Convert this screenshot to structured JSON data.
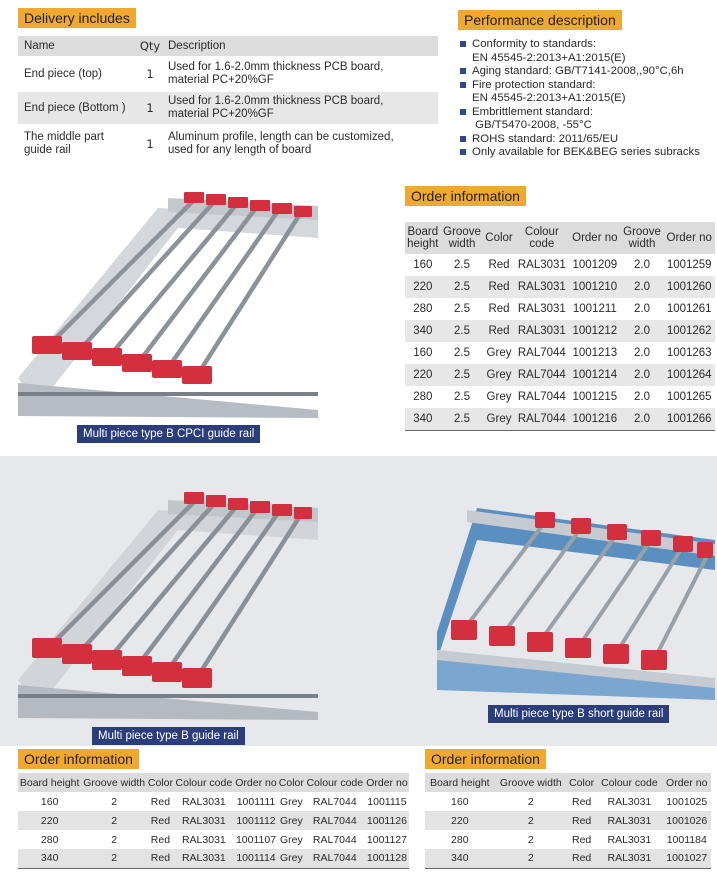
{
  "delivery": {
    "title": "Delivery includes",
    "headers": {
      "name": "Name",
      "qty": "Qty",
      "description": "Description"
    },
    "rows": [
      {
        "name": "End piece (top)",
        "qty": "1",
        "desc1": "Used for 1.6-2.0mm thickness PCB board,",
        "desc2": "material PC+20%GF"
      },
      {
        "name": "End piece (Bottom )",
        "qty": "1",
        "desc1": "Used for 1.6-2.0mm thickness PCB board,",
        "desc2": "material PC+20%GF"
      },
      {
        "name1": "The middle part",
        "name2": "guide rail",
        "qty": "1",
        "desc1": "Aluminum profile,  length can be customized,",
        "desc2": " used for any length of board"
      }
    ]
  },
  "performance": {
    "title": "Performance description",
    "items": [
      {
        "l1": "Conformity to standards:",
        "l2": "EN 45545-2:2013+A1:2015(E)"
      },
      {
        "l1": "Aging standard: GB/T7141-2008,,90°C,6h"
      },
      {
        "l1": "Fire protection standard:",
        "l2": "EN 45545-2:2013+A1:2015(E)"
      },
      {
        "l1": "Embrittlement standard:",
        "l2": " GB/T5470-2008, -55°C"
      },
      {
        "l1": "ROHS standard: 2011/65/EU"
      },
      {
        "l1": "Only available for BEK&BEG series subracks"
      }
    ]
  },
  "order1": {
    "title": "Order information",
    "headers": [
      {
        "a": "Board",
        "b": "height"
      },
      {
        "a": "Groove",
        "b": "width"
      },
      {
        "a": "Color",
        "b": ""
      },
      {
        "a": "Colour",
        "b": "code"
      },
      {
        "a": "Order no",
        "b": ""
      },
      {
        "a": "Groove",
        "b": "width"
      },
      {
        "a": "Order no",
        "b": ""
      }
    ],
    "rows": [
      [
        "160",
        "2.5",
        "Red",
        "RAL3031",
        "1001209",
        "2.0",
        "1001259"
      ],
      [
        "220",
        "2.5",
        "Red",
        "RAL3031",
        "1001210",
        "2.0",
        "1001260"
      ],
      [
        "280",
        "2.5",
        "Red",
        "RAL3031",
        "1001211",
        "2.0",
        "1001261"
      ],
      [
        "340",
        "2.5",
        "Red",
        "RAL3031",
        "1001212",
        "2.0",
        "1001262"
      ],
      [
        "160",
        "2.5",
        "Grey",
        "RAL7044",
        "1001213",
        "2.0",
        "1001263"
      ],
      [
        "220",
        "2.5",
        "Grey",
        "RAL7044",
        "1001214",
        "2.0",
        "1001264"
      ],
      [
        "280",
        "2.5",
        "Grey",
        "RAL7044",
        "1001215",
        "2.0",
        "1001265"
      ],
      [
        "340",
        "2.5",
        "Grey",
        "RAL7044",
        "1001216",
        "2.0",
        "1001266"
      ]
    ]
  },
  "captions": {
    "cpci": "Multi piece type B CPCI guide rail",
    "guide": "Multi piece type B guide rail",
    "short": "Multi piece type B short guide rail"
  },
  "order2": {
    "title": "Order information",
    "headers": [
      "Board height",
      "Groove width",
      "Color",
      "Colour code",
      "Order no",
      "Color",
      "Colour code",
      "Order no"
    ],
    "rows": [
      [
        "160",
        "2",
        "Red",
        "RAL3031",
        "1001111",
        "Grey",
        "RAL7044",
        "1001115"
      ],
      [
        "220",
        "2",
        "Red",
        "RAL3031",
        "1001112",
        "Grey",
        "RAL7044",
        "1001126"
      ],
      [
        "280",
        "2",
        "Red",
        "RAL3031",
        "1001107",
        "Grey",
        "RAL7044",
        "1001127"
      ],
      [
        "340",
        "2",
        "Red",
        "RAL3031",
        "1001114",
        "Grey",
        "RAL7044",
        "1001128"
      ]
    ]
  },
  "order3": {
    "title": "Order information",
    "headers": [
      "Board height",
      "Groove width",
      "Color",
      "Colour code",
      "Order no"
    ],
    "rows": [
      [
        "160",
        "2",
        "Red",
        "RAL3031",
        "1001025"
      ],
      [
        "220",
        "2",
        "Red",
        "RAL3031",
        "1001026"
      ],
      [
        "280",
        "2",
        "Red",
        "RAL3031",
        "1001184"
      ],
      [
        "340",
        "2",
        "Red",
        "RAL3031",
        "1001027"
      ]
    ]
  },
  "colors": {
    "accent": "#f0a831",
    "caption_bg": "#2b3d7a",
    "rail_red": "#d42f3f",
    "bullet": "#2c4a8a"
  },
  "icons": [
    "square-bullet-icon"
  ]
}
